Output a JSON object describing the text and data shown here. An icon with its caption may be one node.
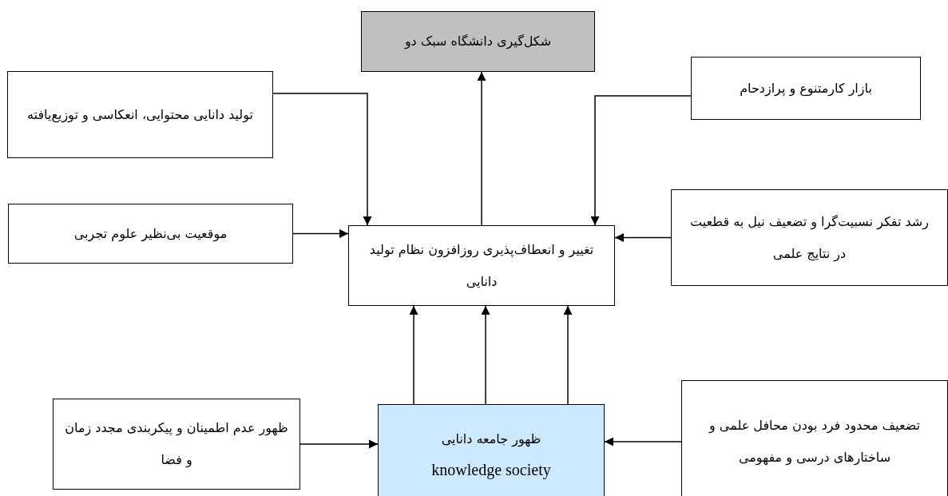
{
  "diagram": {
    "nodes": [
      {
        "text": [
          "شکل‌گیری دانشگاه سبک دو"
        ]
      },
      {
        "text": [
          "تولید دانایی محتوایی، انعکاسی و توزیع‌یافته"
        ]
      },
      {
        "text": [
          "بازار کارمتنوع و پرازدحام"
        ]
      },
      {
        "text": [
          "موقعیت بی‌نظیر علوم تجربی"
        ]
      },
      {
        "text": [
          "تغییر و انعطاف‌پذیری روزافزون نظام تولید دانایی"
        ]
      },
      {
        "text": [
          "رشد تفکر نسبیت‌گرا و تضعیف نیل به قطعیت در نتایج علمی"
        ]
      },
      {
        "text": [
          "ظهور عدم اطمینان و پیکربندی مجدد زمان و فضا"
        ]
      },
      {
        "text": [
          "ظهور جامعه دانایی",
          "knowledge society"
        ]
      },
      {
        "text": [
          "تضعیف محدود فرد بودن محافل علمی و ساختارهای درسی و مفهومی"
        ]
      }
    ],
    "edges": [
      {
        "from": 1,
        "to": 4,
        "arrow": "to"
      },
      {
        "from": 2,
        "to": 4,
        "arrow": "to"
      },
      {
        "from": 3,
        "to": 4,
        "arrow": "to"
      },
      {
        "from": 5,
        "to": 4,
        "arrow": "to"
      },
      {
        "from": 4,
        "to": 0,
        "arrow": "to"
      },
      {
        "from": 7,
        "to": 4,
        "arrow": "to"
      },
      {
        "from": 7,
        "to": 4,
        "arrow": "to"
      },
      {
        "from": 7,
        "to": 4,
        "arrow": "to"
      },
      {
        "from": 6,
        "to": 7,
        "arrow": "to"
      },
      {
        "from": 8,
        "to": 7,
        "arrow": "to"
      }
    ]
  }
}
